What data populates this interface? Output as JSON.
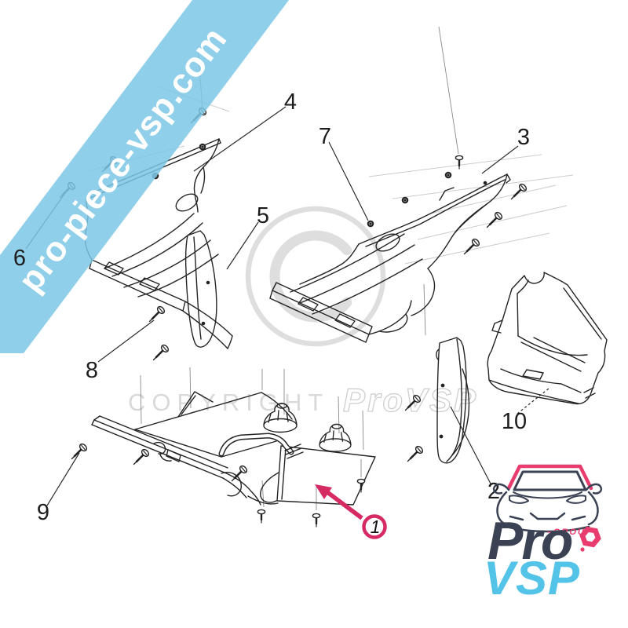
{
  "page": {
    "background": "#ffffff"
  },
  "site_watermark": {
    "text": "pro-piece-vsp.com",
    "ribbon_color": "#7dc7e6"
  },
  "copyright_watermark": {
    "word": "COPYRIGHT",
    "brand": "ProVSP"
  },
  "diagram": {
    "highlight_color": "#d62a63",
    "callouts": [
      {
        "label": "1",
        "highlighted": true
      },
      {
        "label": "2",
        "highlighted": false
      },
      {
        "label": "3",
        "highlighted": false
      },
      {
        "label": "4",
        "highlighted": false
      },
      {
        "label": "5",
        "highlighted": false
      },
      {
        "label": "6",
        "highlighted": false
      },
      {
        "label": "7",
        "highlighted": false
      },
      {
        "label": "8",
        "highlighted": false
      },
      {
        "label": "9",
        "highlighted": false
      },
      {
        "label": "10",
        "highlighted": false
      }
    ]
  },
  "logo": {
    "group_text": "–GROUP–",
    "brand_top": "Pro",
    "brand_bottom": "VSP",
    "color_dark": "#3a4254",
    "color_blue": "#53c3e8",
    "color_pink": "#e83b6e"
  }
}
